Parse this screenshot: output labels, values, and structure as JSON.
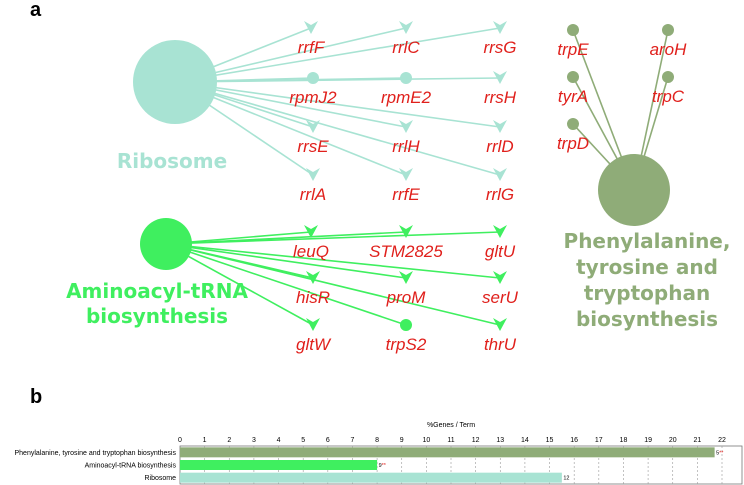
{
  "panels": {
    "a": "a",
    "b": "b"
  },
  "colors": {
    "ribosome": "#a8e3d3",
    "aminoacyl": "#3fef5f",
    "phe": "#8fac78",
    "gene_text": "#e0201c"
  },
  "network": {
    "hubs": [
      {
        "id": "ribosome",
        "label_lines": [
          "Ribosome"
        ],
        "color": "#a8e3d3"
      },
      {
        "id": "aminoacyl",
        "label_lines": [
          "Aminoacyl-tRNA",
          "biosynthesis"
        ],
        "color": "#3fef5f"
      },
      {
        "id": "phe",
        "label_lines": [
          "Phenylalanine,",
          "tyrosine and",
          "tryptophan",
          "biosynthesis"
        ],
        "color": "#8fac78"
      }
    ],
    "genes": [
      {
        "name": "rrfF",
        "hub": "ribosome",
        "marker": "arrow"
      },
      {
        "name": "rrlC",
        "hub": "ribosome",
        "marker": "arrow"
      },
      {
        "name": "rrsG",
        "hub": "ribosome",
        "marker": "arrow"
      },
      {
        "name": "rpmJ2",
        "hub": "ribosome",
        "marker": "circle"
      },
      {
        "name": "rpmE2",
        "hub": "ribosome",
        "marker": "circle"
      },
      {
        "name": "rrsH",
        "hub": "ribosome",
        "marker": "arrow"
      },
      {
        "name": "rrsE",
        "hub": "ribosome",
        "marker": "arrow"
      },
      {
        "name": "rrlH",
        "hub": "ribosome",
        "marker": "arrow"
      },
      {
        "name": "rrlD",
        "hub": "ribosome",
        "marker": "arrow"
      },
      {
        "name": "rrlA",
        "hub": "ribosome",
        "marker": "arrow"
      },
      {
        "name": "rrfE",
        "hub": "ribosome",
        "marker": "arrow"
      },
      {
        "name": "rrlG",
        "hub": "ribosome",
        "marker": "arrow"
      },
      {
        "name": "leuQ",
        "hub": "aminoacyl",
        "marker": "arrow"
      },
      {
        "name": "STM2825",
        "hub": "aminoacyl",
        "marker": "arrow"
      },
      {
        "name": "gltU",
        "hub": "aminoacyl",
        "marker": "arrow"
      },
      {
        "name": "hisR",
        "hub": "aminoacyl",
        "marker": "arrow"
      },
      {
        "name": "proM",
        "hub": "aminoacyl",
        "marker": "arrow"
      },
      {
        "name": "serU",
        "hub": "aminoacyl",
        "marker": "arrow"
      },
      {
        "name": "gltW",
        "hub": "aminoacyl",
        "marker": "arrow"
      },
      {
        "name": "trpS2",
        "hub": "aminoacyl",
        "marker": "circle"
      },
      {
        "name": "thrU",
        "hub": "aminoacyl",
        "marker": "arrow"
      },
      {
        "name": "trpE",
        "hub": "phe",
        "marker": "circle"
      },
      {
        "name": "aroH",
        "hub": "phe",
        "marker": "circle"
      },
      {
        "name": "tyrA",
        "hub": "phe",
        "marker": "circle"
      },
      {
        "name": "trpC",
        "hub": "phe",
        "marker": "circle"
      },
      {
        "name": "trpD",
        "hub": "phe",
        "marker": "circle"
      }
    ]
  },
  "chart_data": {
    "type": "bar",
    "orientation": "horizontal",
    "title": "%Genes / Term",
    "xlim": [
      0,
      22
    ],
    "xticks": [
      0,
      1,
      2,
      3,
      4,
      5,
      6,
      7,
      8,
      9,
      10,
      11,
      12,
      13,
      14,
      15,
      16,
      17,
      18,
      19,
      20,
      21,
      22
    ],
    "grid": true,
    "categories": [
      "Phenylalanine, tyrosine and tryptophan biosynthesis",
      "Aminoacyl-tRNA biosynthesis",
      "Ribosome"
    ],
    "values": [
      21.7,
      8.0,
      15.5
    ],
    "gene_counts": [
      "5",
      "9",
      "12"
    ],
    "significance": [
      "**",
      "**",
      ""
    ],
    "colors": [
      "#8fac78",
      "#3fef5f",
      "#a8e3d3"
    ]
  }
}
